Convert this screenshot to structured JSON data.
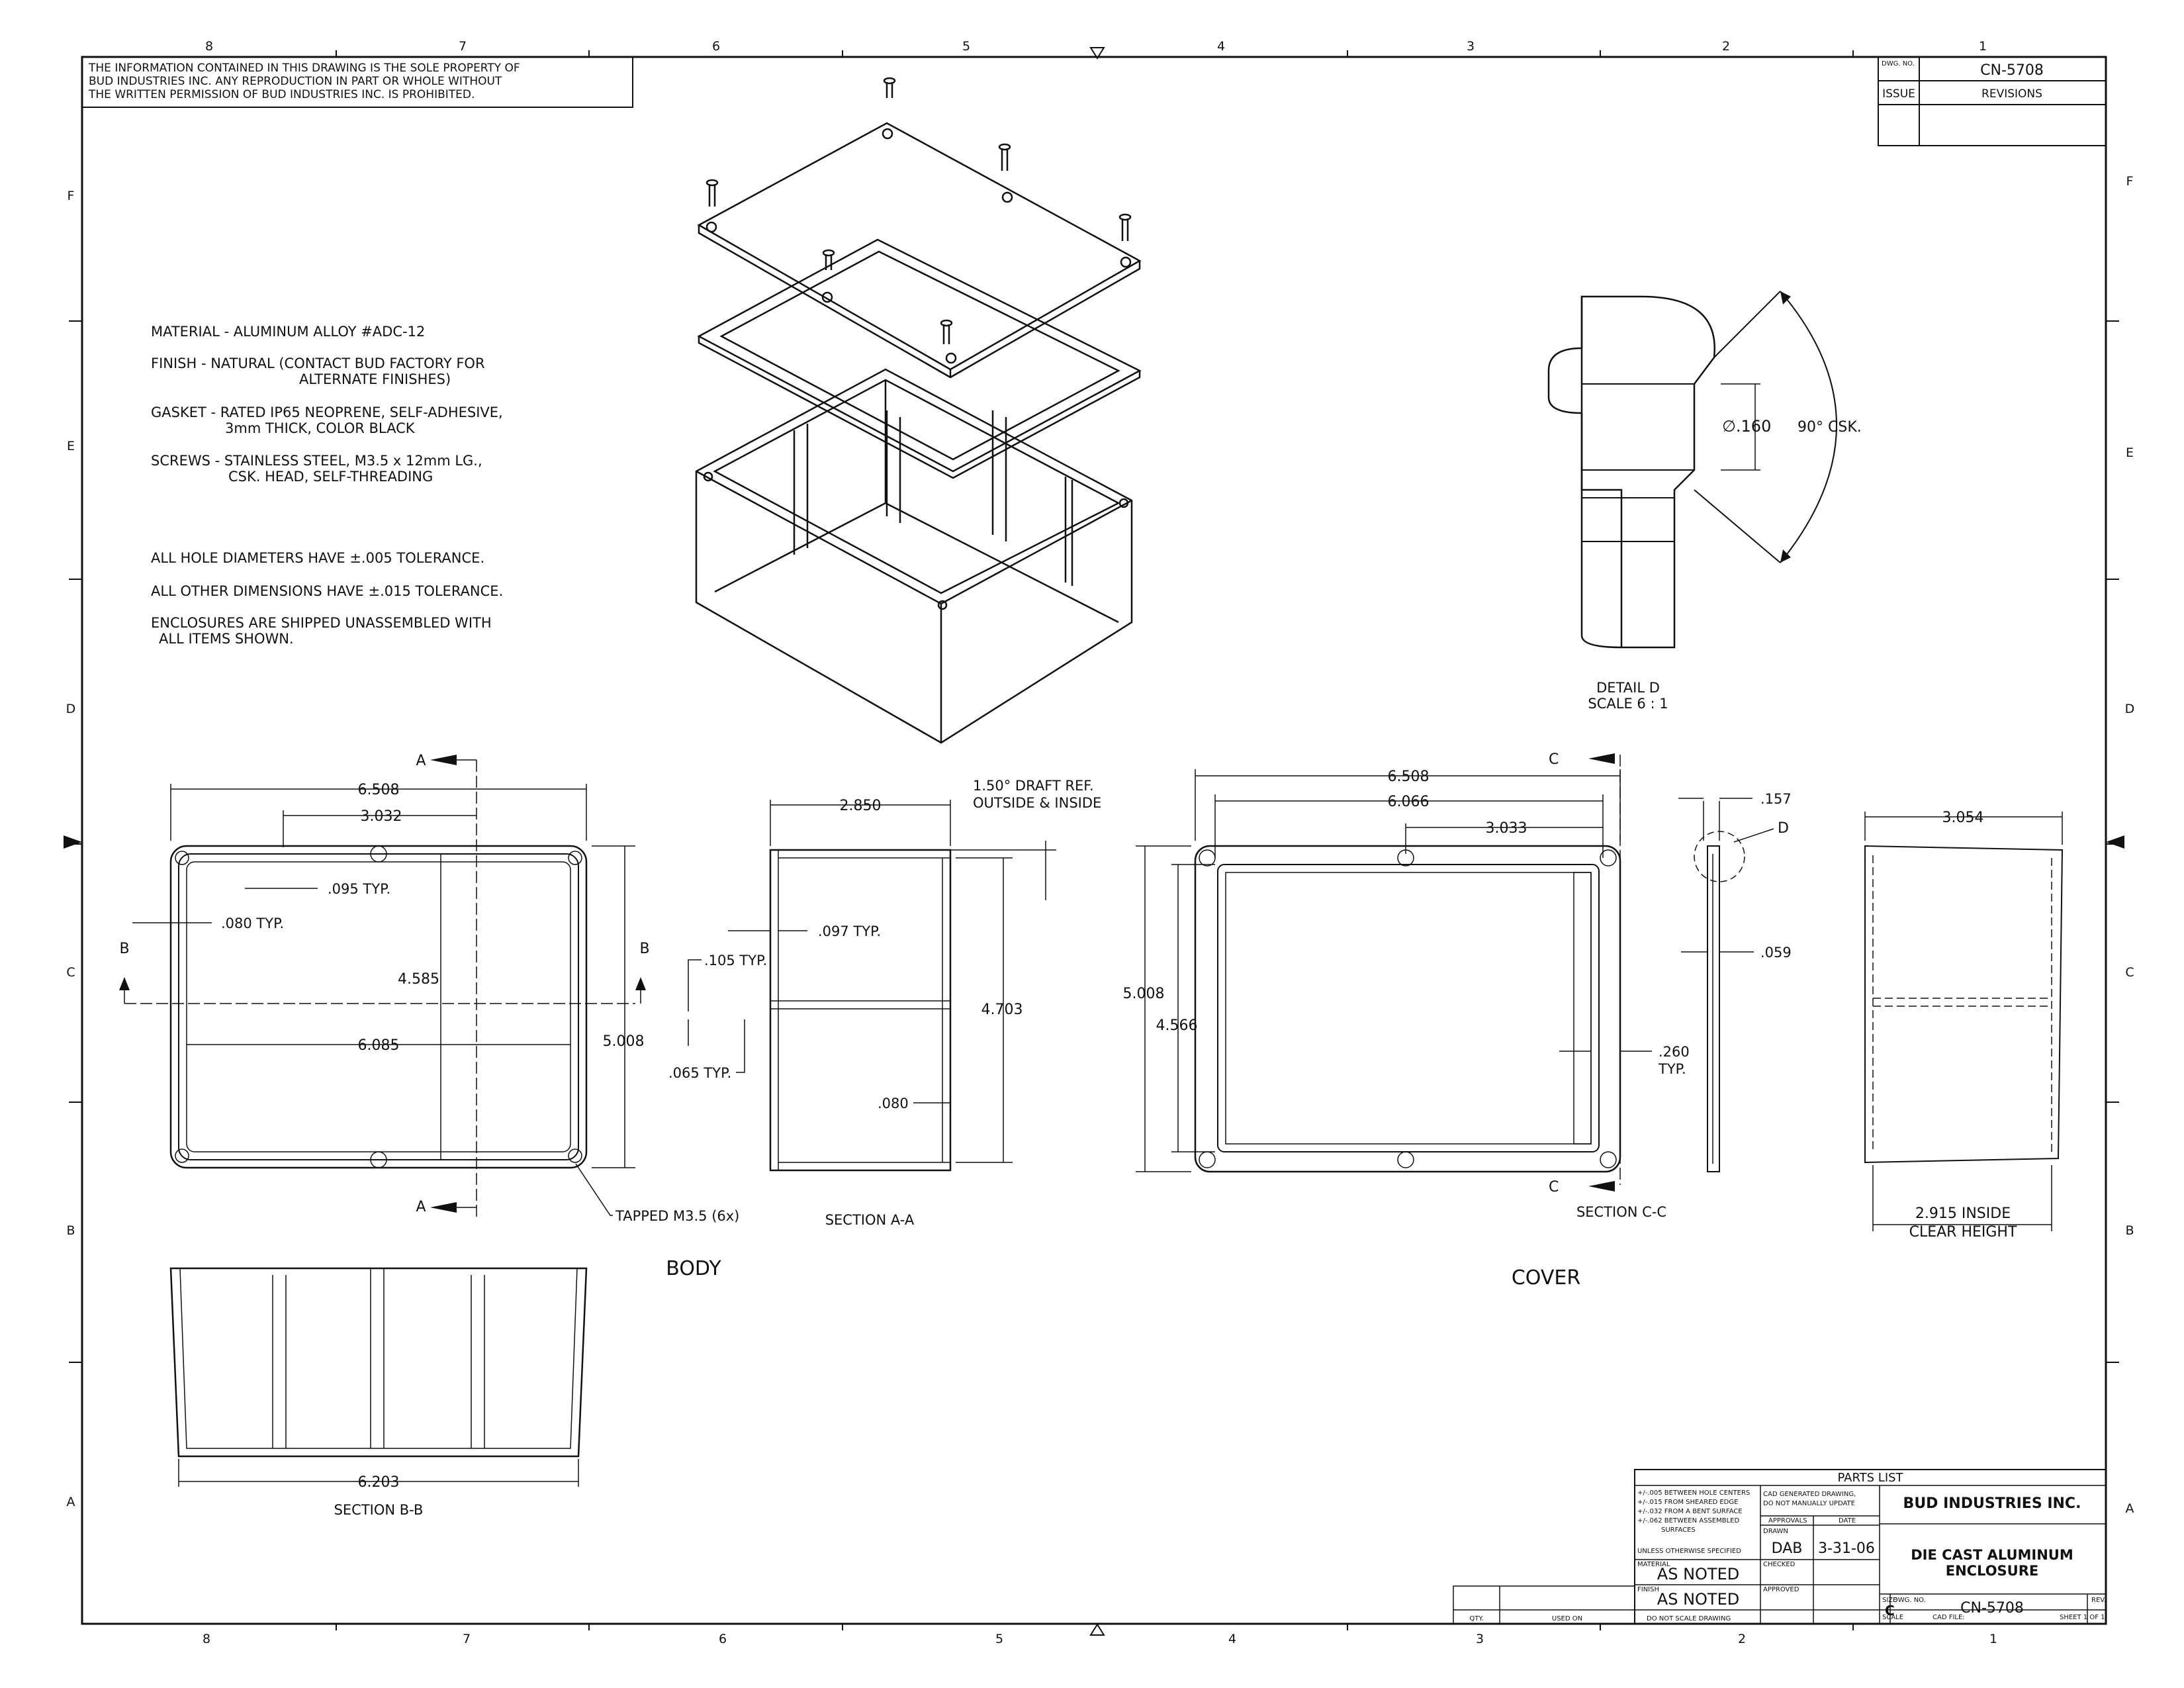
{
  "zone_numbers": [
    "8",
    "7",
    "6",
    "5",
    "4",
    "3",
    "2",
    "1"
  ],
  "zone_letters": [
    "F",
    "E",
    "D",
    "C",
    "B",
    "A"
  ],
  "proprietary_notice": [
    "THE INFORMATION CONTAINED IN THIS DRAWING IS THE SOLE PROPERTY OF",
    "BUD INDUSTRIES INC. ANY REPRODUCTION IN PART OR WHOLE WITHOUT",
    "THE WRITTEN PERMISSION OF BUD INDUSTRIES INC. IS PROHIBITED."
  ],
  "dwg_no_label": "DWG. NO.",
  "dwg_no": "CN-5708",
  "issue_label": "ISSUE",
  "revisions_label": "REVISIONS",
  "notes": {
    "material": "MATERIAL - ALUMINUM ALLOY #ADC-12",
    "finish_1": "FINISH - NATURAL (CONTACT BUD FACTORY FOR",
    "finish_2": "ALTERNATE FINISHES)",
    "gasket_1": "GASKET - RATED IP65 NEOPRENE, SELF-ADHESIVE,",
    "gasket_2": "3mm THICK, COLOR BLACK",
    "screws_1": "SCREWS - STAINLESS STEEL, M3.5 x 12mm LG.,",
    "screws_2": "CSK. HEAD, SELF-THREADING",
    "tol_hole": "ALL HOLE DIAMETERS HAVE ±.005 TOLERANCE.",
    "tol_other": "ALL OTHER DIMENSIONS HAVE ±.015 TOLERANCE.",
    "shipped_1": "ENCLOSURES ARE SHIPPED UNASSEMBLED WITH",
    "shipped_2": "ALL ITEMS SHOWN."
  },
  "detail": {
    "dia": "∅.160",
    "csk": "90° CSK.",
    "title": "DETAIL D",
    "scale": "SCALE 6 : 1"
  },
  "body_view": {
    "w_6508": "6.508",
    "w_3032": "3.032",
    "w_095": ".095 TYP.",
    "w_080": ".080 TYP.",
    "h_4585": "4.585",
    "w_6085": "6.085",
    "h_5008": "5.008",
    "sec_a": "A",
    "sec_b": "B",
    "tapped": "TAPPED M3.5 (6x)",
    "label": "BODY"
  },
  "section_aa": {
    "w_2850": "2.850",
    "draft_1": "1.50° DRAFT REF.",
    "draft_2": "OUTSIDE & INSIDE",
    "t_097": ".097 TYP.",
    "t_105": ".105 TYP.",
    "t_065": ".065 TYP.",
    "h_4703": "4.703",
    "t_080": ".080",
    "label": "SECTION A-A"
  },
  "section_bb": {
    "w_6203": "6.203",
    "label": "SECTION B-B"
  },
  "cover_view": {
    "w_6508": "6.508",
    "w_6066": "6.066",
    "w_3033": "3.033",
    "h_5008": "5.008",
    "h_4566": "4.566",
    "t_260_1": ".260",
    "t_260_2": "TYP.",
    "sec_c": "C",
    "label": "COVER"
  },
  "section_cc": {
    "t_157": ".157",
    "t_059": ".059",
    "detail_ref": "D",
    "label": "SECTION C-C"
  },
  "side_view": {
    "w_3054": "3.054",
    "inside_1": "2.915 INSIDE",
    "inside_2": "CLEAR HEIGHT"
  },
  "title_block": {
    "parts_list": "PARTS LIST",
    "tol_lines": [
      "+/-.005 BETWEEN HOLE CENTERS",
      "+/-.015 FROM SHEARED EDGE",
      "+/-.032 FROM A BENT SURFACE",
      "+/-.062 BETWEEN ASSEMBLED",
      "SURFACES"
    ],
    "unless": "UNLESS OTHERWISE SPECIFIED",
    "cad_1": "CAD GENERATED DRAWING,",
    "cad_2": "DO NOT MANUALLY UPDATE",
    "approvals": "APPROVALS",
    "date": "DATE",
    "drawn": "DRAWN",
    "drawn_by": "DAB",
    "drawn_date": "3-31-06",
    "checked": "CHECKED",
    "approved": "APPROVED",
    "material_label": "MATERIAL",
    "material_val": "AS NOTED",
    "finish_label": "FINISH",
    "finish_val": "AS NOTED",
    "company": "BUD INDUSTRIES INC.",
    "title_1": "DIE CAST ALUMINUM",
    "title_2": "ENCLOSURE",
    "size_label": "SIZE",
    "size": "C",
    "dwg_no_label": "DWG. NO.",
    "dwg_no": "CN-5708",
    "rev_label": "REV.",
    "scale_label": "SCALE",
    "cad_file_label": "CAD FILE:",
    "sheet": "SHEET 1 OF 1",
    "qty": "QTY.",
    "used_on": "USED ON",
    "dont_scale": "DO NOT SCALE DRAWING"
  }
}
